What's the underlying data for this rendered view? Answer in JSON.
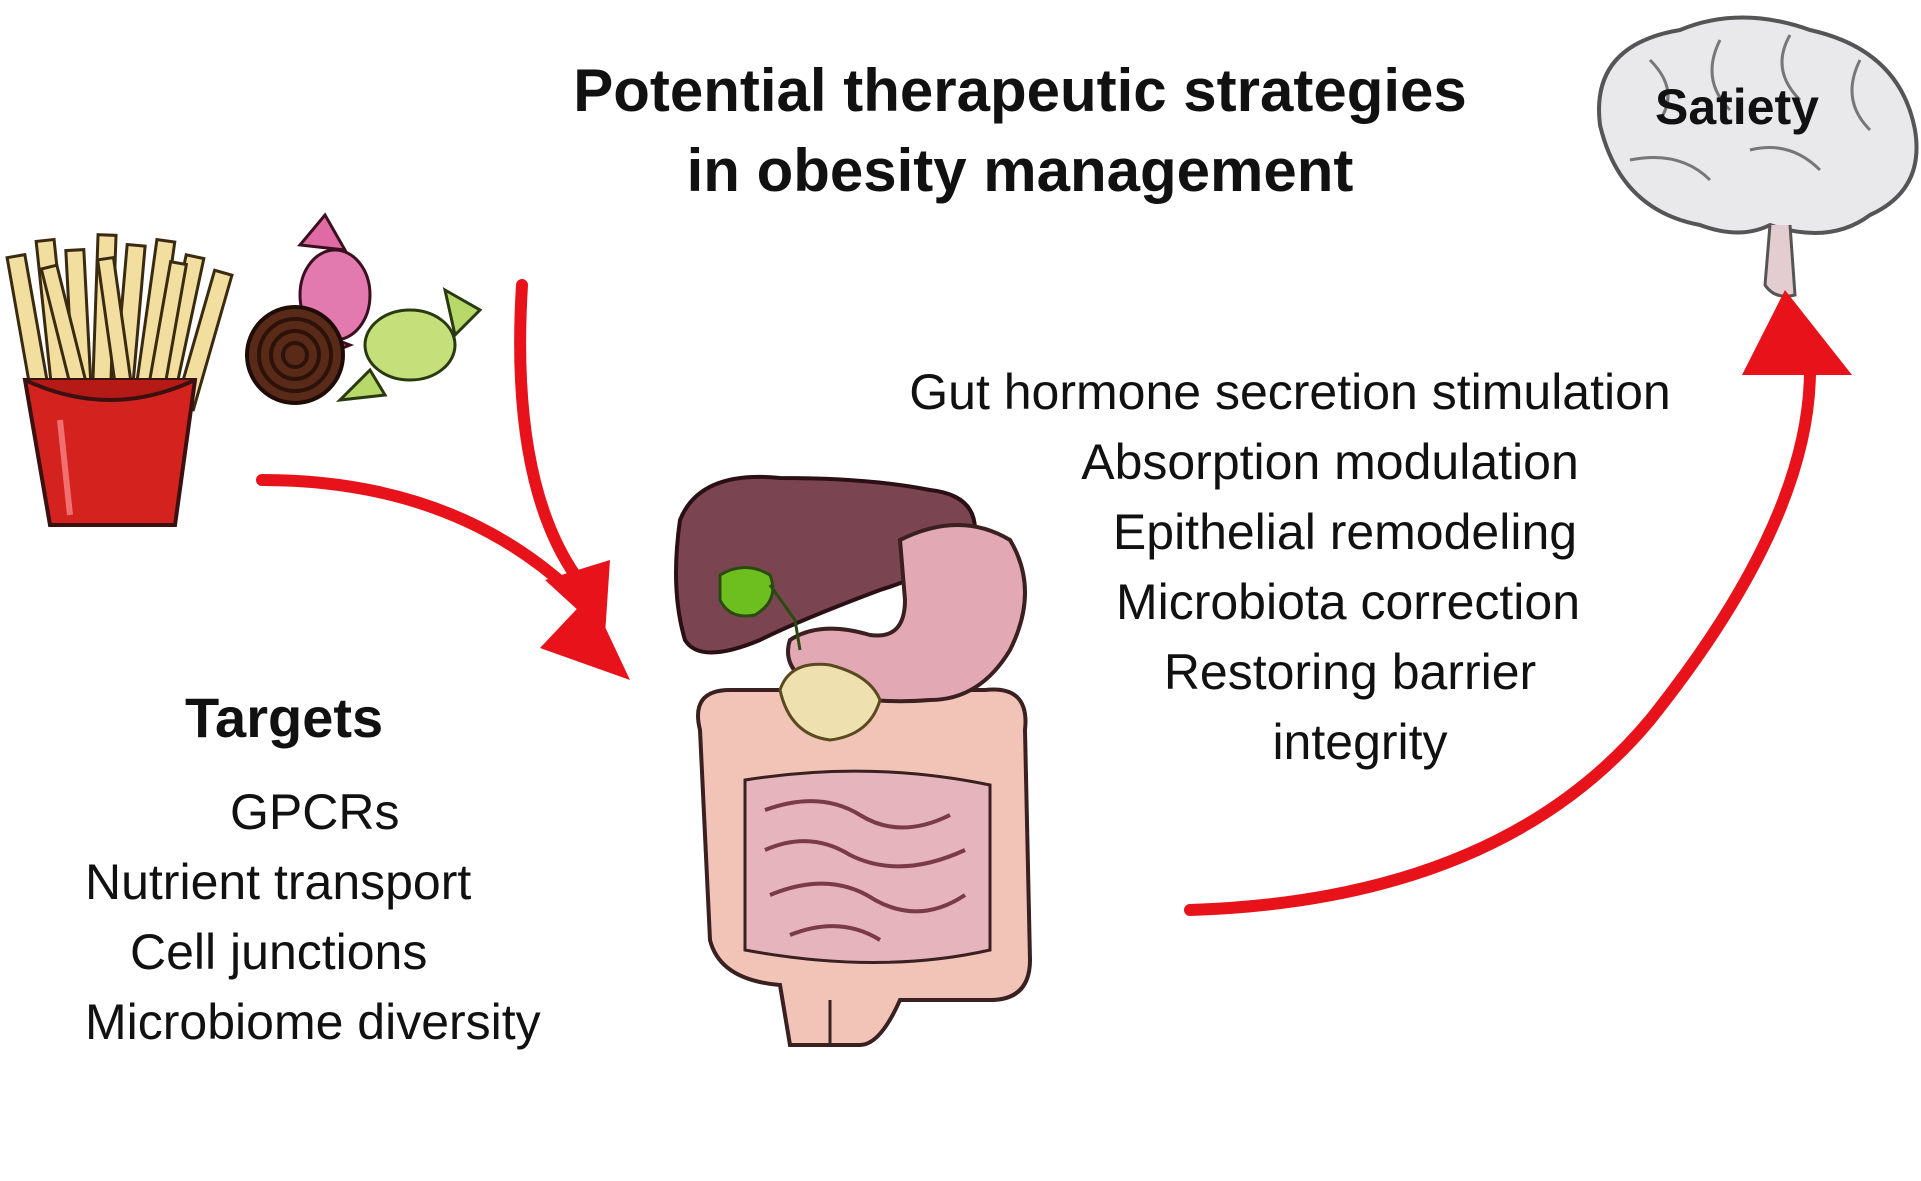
{
  "title": {
    "line1": "Potential therapeutic strategies",
    "line2": "in obesity management"
  },
  "brain_label": "Satiety",
  "targets": {
    "heading": "Targets",
    "items": [
      "GPCRs",
      "Nutrient transport",
      "Cell junctions",
      "Microbiome diversity"
    ]
  },
  "strategies": [
    "Gut hormone secretion stimulation",
    "Absorption modulation",
    "Epithelial remodeling",
    "Microbiota correction",
    "Restoring barrier",
    "integrity"
  ],
  "colors": {
    "arrow": "#e8121a",
    "fries_box": "#d4231f",
    "fries": "#f2dfa0",
    "liver": "#7a4550",
    "stomach": "#e2a9b5",
    "intestine": "#f2c4b8",
    "gallbladder": "#6cbf1e",
    "brain": "#e9e9ec"
  },
  "icons": [
    "fries-icon",
    "candy-icon",
    "digestive-system-icon",
    "brain-icon"
  ]
}
